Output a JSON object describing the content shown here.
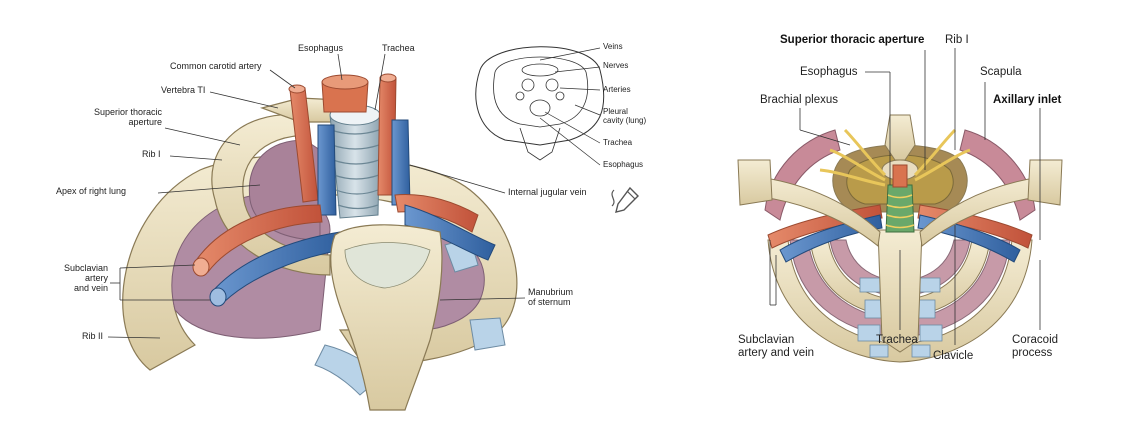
{
  "left_figure": {
    "labels": {
      "esophagus": "Esophagus",
      "trachea": "Trachea",
      "common_carotid": "Common carotid artery",
      "vertebra": "Vertebra TI",
      "sup_thoracic_aperture": "Superior thoracic\naperture",
      "rib1": "Rib I",
      "apex_lung": "Apex of right lung",
      "subclavian": "Subclavian\nartery\nand vein",
      "rib2": "Rib II",
      "internal_jugular": "Internal jugular vein",
      "manubrium": "Manubrium\nof sternum"
    }
  },
  "inset": {
    "labels": {
      "veins": "Veins",
      "nerves": "Nerves",
      "arteries": "Arteries",
      "pleural": "Pleural\ncavity (lung)",
      "trachea": "Trachea",
      "esophagus": "Esophagus"
    }
  },
  "right_figure": {
    "labels": {
      "sup_thoracic_aperture": "Superior thoracic aperture",
      "rib1": "Rib I",
      "esophagus": "Esophagus",
      "scapula": "Scapula",
      "brachial_plexus": "Brachial plexus",
      "axillary_inlet": "Axillary inlet",
      "subclavian": "Subclavian\nartery and vein",
      "trachea": "Trachea",
      "clavicle": "Clavicle",
      "coracoid": "Coracoid\nprocess"
    }
  },
  "colors": {
    "bone": "#eadfc0",
    "bone_edge": "#8a7a55",
    "artery": "#d5664a",
    "vein": "#3f73b8",
    "lung": "#b08ca3",
    "cartilage": "#b9d3e8",
    "trachea": "#b5c6cf"
  },
  "icons": [
    "edit-icon"
  ]
}
